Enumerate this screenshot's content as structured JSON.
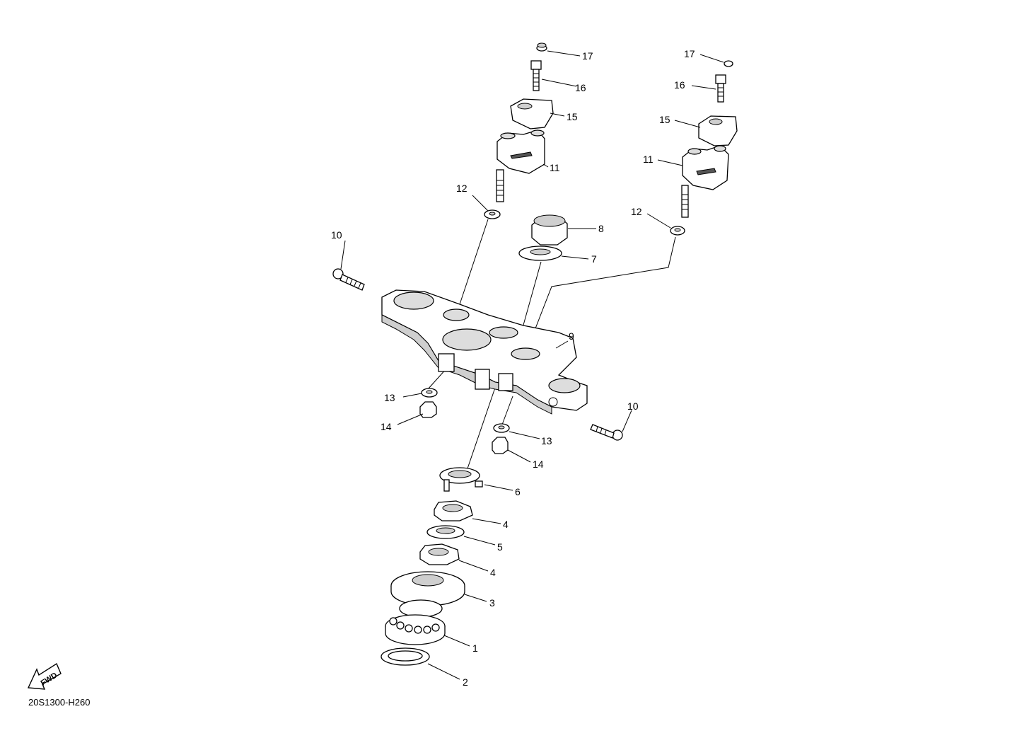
{
  "diagram_code": "20S1300-H260",
  "fwd_label": "FWD",
  "callouts": {
    "c1": "1",
    "c2": "2",
    "c3": "3",
    "c4a": "4",
    "c4b": "4",
    "c5": "5",
    "c6": "6",
    "c7": "7",
    "c8": "8",
    "c9": "9",
    "c10a": "10",
    "c10b": "10",
    "c11a": "11",
    "c11b": "11",
    "c12a": "12",
    "c12b": "12",
    "c13a": "13",
    "c13b": "13",
    "c14a": "14",
    "c14b": "14",
    "c15a": "15",
    "c15b": "15",
    "c16a": "16",
    "c16b": "16",
    "c17a": "17",
    "c17b": "17"
  }
}
